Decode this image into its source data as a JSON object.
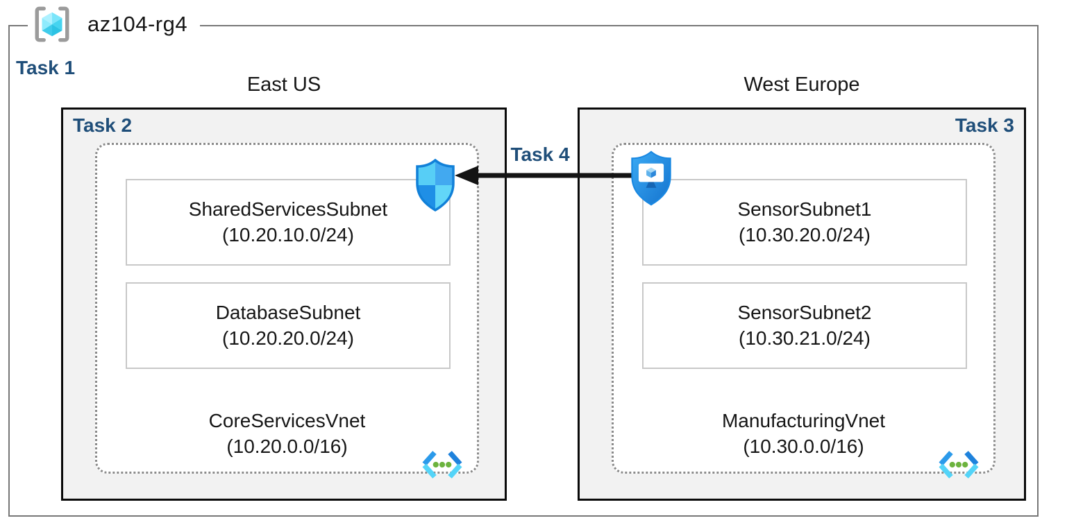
{
  "header": {
    "resource_group_name": "az104-rg4"
  },
  "labels": {
    "task1": "Task 1",
    "task4": "Task 4"
  },
  "connection": {
    "label": "Task 4",
    "type": "arrow",
    "direction": "right-to-left"
  },
  "icons": {
    "resource_group": "resource-group-icon",
    "nsg": "network-security-group-shield-icon",
    "bastion": "bastion-shield-icon",
    "vnet": "virtual-network-icon"
  },
  "colors": {
    "task_label": "#1F4E79",
    "region_fill": "#F2F2F2",
    "region_border": "#0a0a0a",
    "vnet_dotted_border": "#8a8a8a",
    "subnet_border": "#c8c8c8",
    "arrow": "#141414",
    "rg_border": "#767676",
    "vnet_dot_green": "#6CB33E",
    "azure_blue": "#2196E8",
    "azure_cyan": "#54D4F8"
  },
  "regions": [
    {
      "name": "East US",
      "task": "Task 2",
      "vnet": {
        "name": "CoreServicesVnet",
        "cidr": "(10.20.0.0/16)",
        "subnets": [
          {
            "name": "SharedServicesSubnet",
            "cidr": "(10.20.10.0/24)"
          },
          {
            "name": "DatabaseSubnet",
            "cidr": "(10.20.20.0/24)"
          }
        ]
      }
    },
    {
      "name": "West Europe",
      "task": "Task 3",
      "vnet": {
        "name": "ManufacturingVnet",
        "cidr": "(10.30.0.0/16)",
        "subnets": [
          {
            "name": "SensorSubnet1",
            "cidr": "(10.30.20.0/24)"
          },
          {
            "name": "SensorSubnet2",
            "cidr": "(10.30.21.0/24)"
          }
        ]
      }
    }
  ]
}
